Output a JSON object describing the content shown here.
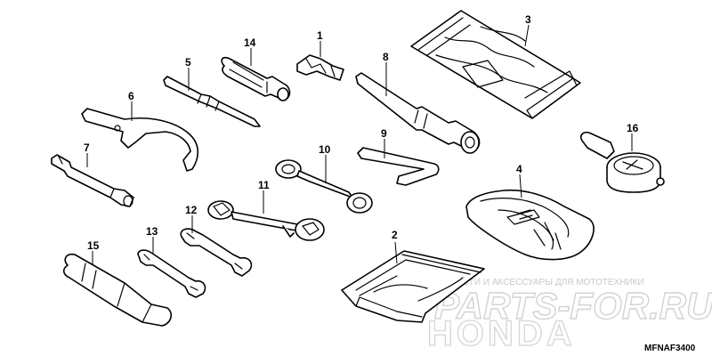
{
  "diagram": {
    "diagram_code": "MFNAF3400",
    "callouts": [
      {
        "id": "c1",
        "label": "1"
      },
      {
        "id": "c2",
        "label": "2"
      },
      {
        "id": "c3",
        "label": "3"
      },
      {
        "id": "c4",
        "label": "4"
      },
      {
        "id": "c5",
        "label": "5"
      },
      {
        "id": "c6",
        "label": "6"
      },
      {
        "id": "c7",
        "label": "7"
      },
      {
        "id": "c8",
        "label": "8"
      },
      {
        "id": "c9",
        "label": "9"
      },
      {
        "id": "c10",
        "label": "10"
      },
      {
        "id": "c11",
        "label": "11"
      },
      {
        "id": "c12",
        "label": "12"
      },
      {
        "id": "c13",
        "label": "13"
      },
      {
        "id": "c14",
        "label": "14"
      },
      {
        "id": "c15",
        "label": "15"
      },
      {
        "id": "c16",
        "label": "16"
      }
    ]
  },
  "watermark": {
    "tagline": "ЗАПЧАСТИ И АКСЕССУАРЫ ДЛЯ МОТОТЕХНИКИ",
    "site": "PARTS-FOR.RU",
    "brand": "HONDA"
  },
  "colors": {
    "line": "#000000",
    "watermark": "#cccccc",
    "background": "#ffffff"
  }
}
